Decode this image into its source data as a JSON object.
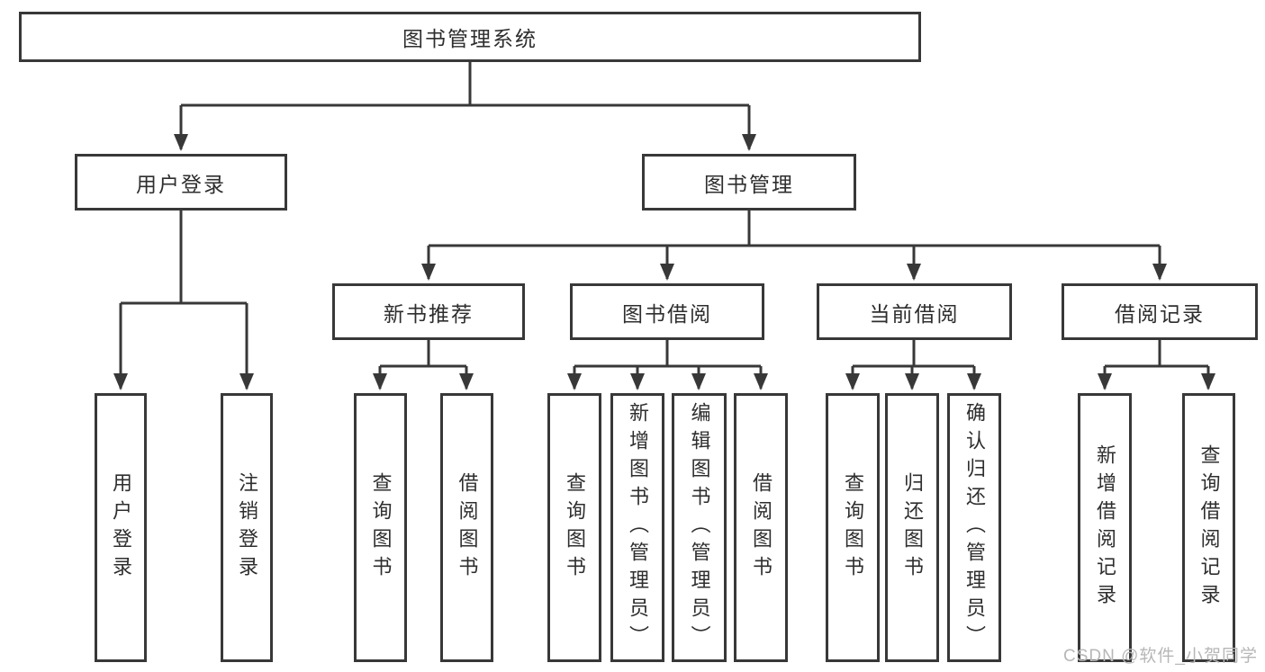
{
  "title": "图书管理系统",
  "watermark": "CSDN @软件_小贺同学",
  "colors": {
    "line": "#383838",
    "border": "#383838",
    "text": "#2e2e2e",
    "watermark": "#b7b7b7",
    "background": "#ffffff"
  },
  "tree": {
    "root": {
      "label": "图书管理系统"
    },
    "branches": [
      {
        "label": "用户登录",
        "children": [
          {
            "label": "用户登录"
          },
          {
            "label": "注销登录"
          }
        ]
      },
      {
        "label": "图书管理",
        "children": [
          {
            "label": "新书推荐",
            "children": [
              {
                "label": "查询图书"
              },
              {
                "label": "借阅图书"
              }
            ]
          },
          {
            "label": "图书借阅",
            "children": [
              {
                "label": "查询图书"
              },
              {
                "label": "新增图书（管理员）"
              },
              {
                "label": "编辑图书（管理员）"
              },
              {
                "label": "借阅图书"
              }
            ]
          },
          {
            "label": "当前借阅",
            "children": [
              {
                "label": "查询图书"
              },
              {
                "label": "归还图书"
              },
              {
                "label": "确认归还（管理员）"
              }
            ]
          },
          {
            "label": "借阅记录",
            "children": [
              {
                "label": "新增借阅记录"
              },
              {
                "label": "查询借阅记录"
              }
            ]
          }
        ]
      }
    ]
  }
}
